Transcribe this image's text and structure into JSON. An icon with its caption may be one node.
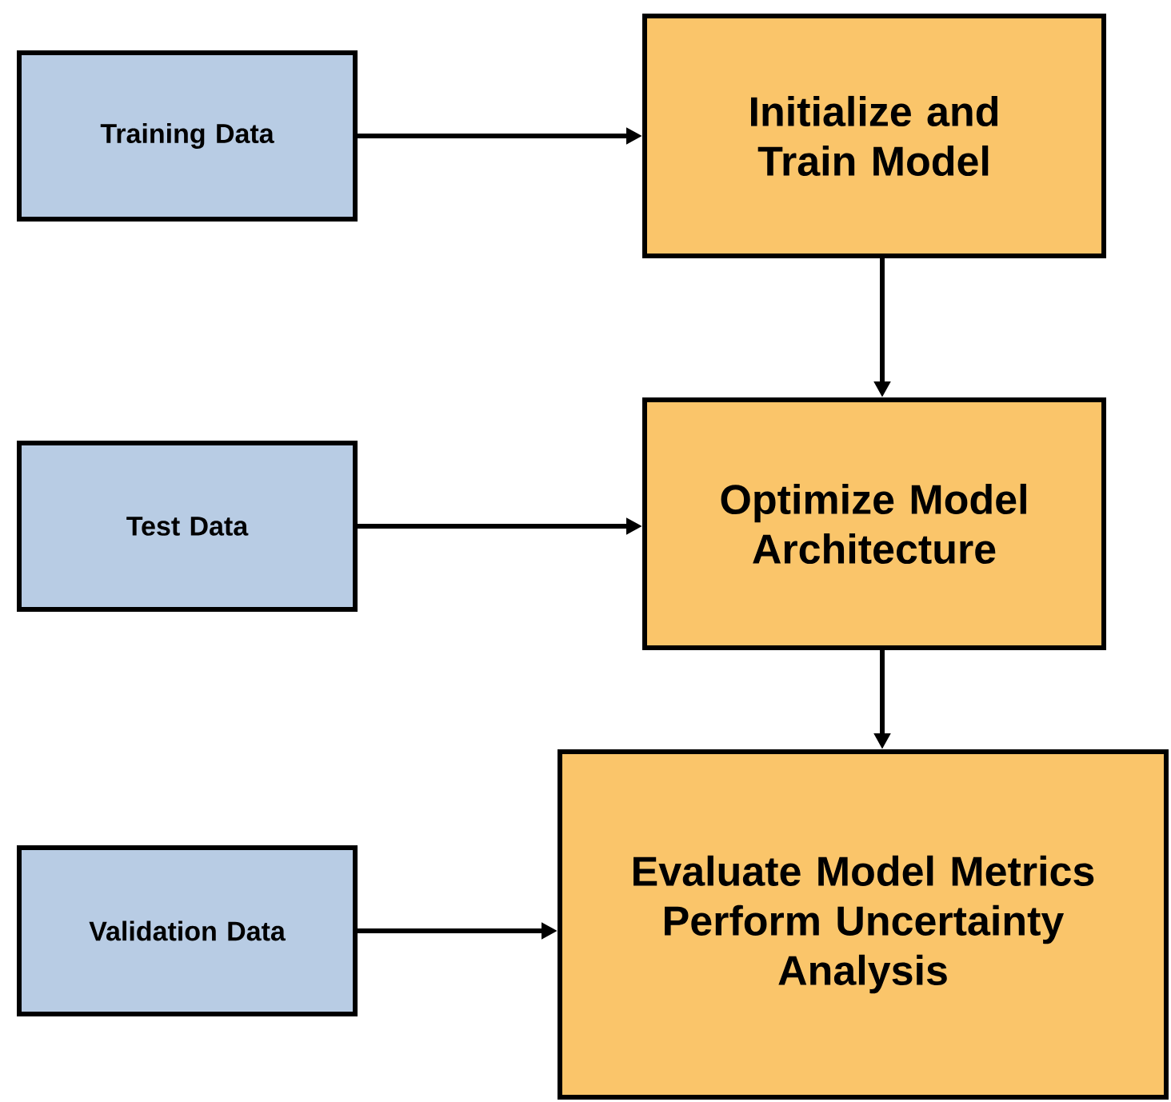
{
  "diagram": {
    "nodes": [
      {
        "text": [
          "Training Data"
        ]
      },
      {
        "text": [
          "Initialize and Train Model"
        ]
      },
      {
        "text": [
          "Test Data"
        ]
      },
      {
        "text": [
          "Optimize Model Architecture"
        ]
      },
      {
        "text": [
          "Validation Data"
        ]
      },
      {
        "text": [
          "Evaluate Model Metrics",
          "Perform Uncertainty Analysis"
        ]
      }
    ],
    "edges": [
      {
        "from": 0,
        "to": 1,
        "arrow": "to"
      },
      {
        "from": 1,
        "to": 3,
        "arrow": "to"
      },
      {
        "from": 2,
        "to": 3,
        "arrow": "to"
      },
      {
        "from": 3,
        "to": 5,
        "arrow": "to"
      },
      {
        "from": 4,
        "to": 5,
        "arrow": "to"
      }
    ]
  }
}
